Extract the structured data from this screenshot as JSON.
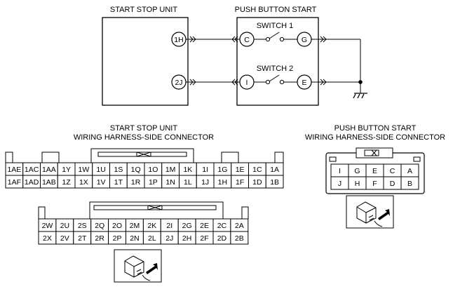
{
  "schematic": {
    "unit_label": "START STOP UNIT",
    "button_label": "PUSH BUTTON START",
    "unit_pins": [
      "1H",
      "2J"
    ],
    "button_pins": {
      "c": "C",
      "i": "I",
      "g": "G",
      "e": "E"
    },
    "switch1_label": "SWITCH 1",
    "switch2_label": "SWITCH 2"
  },
  "unit_connector": {
    "title_line1": "START STOP UNIT",
    "title_line2": "WIRING HARNESS-SIDE CONNECTOR",
    "upper_row1": [
      "1AE",
      "1AC",
      "1AA",
      "1Y",
      "1W",
      "1U",
      "1S",
      "1Q",
      "1O",
      "1M",
      "1K",
      "1I",
      "1G",
      "1E",
      "1C",
      "1A"
    ],
    "upper_row2": [
      "1AF",
      "1AD",
      "1AB",
      "1Z",
      "1X",
      "1V",
      "1T",
      "1R",
      "1P",
      "1N",
      "1L",
      "1J",
      "1H",
      "1F",
      "1D",
      "1B"
    ],
    "lower_row1": [
      "2W",
      "2U",
      "2S",
      "2Q",
      "2O",
      "2M",
      "2K",
      "2I",
      "2G",
      "2E",
      "2C",
      "2A"
    ],
    "lower_row2": [
      "2X",
      "2V",
      "2T",
      "2R",
      "2P",
      "2N",
      "2L",
      "2J",
      "2H",
      "2F",
      "2D",
      "2B"
    ]
  },
  "button_connector": {
    "title_line1": "PUSH BUTTON START",
    "title_line2": "WIRING HARNESS-SIDE CONNECTOR",
    "row1": [
      "I",
      "G",
      "E",
      "C",
      "A"
    ],
    "row2": [
      "J",
      "H",
      "F",
      "D",
      "B"
    ]
  }
}
